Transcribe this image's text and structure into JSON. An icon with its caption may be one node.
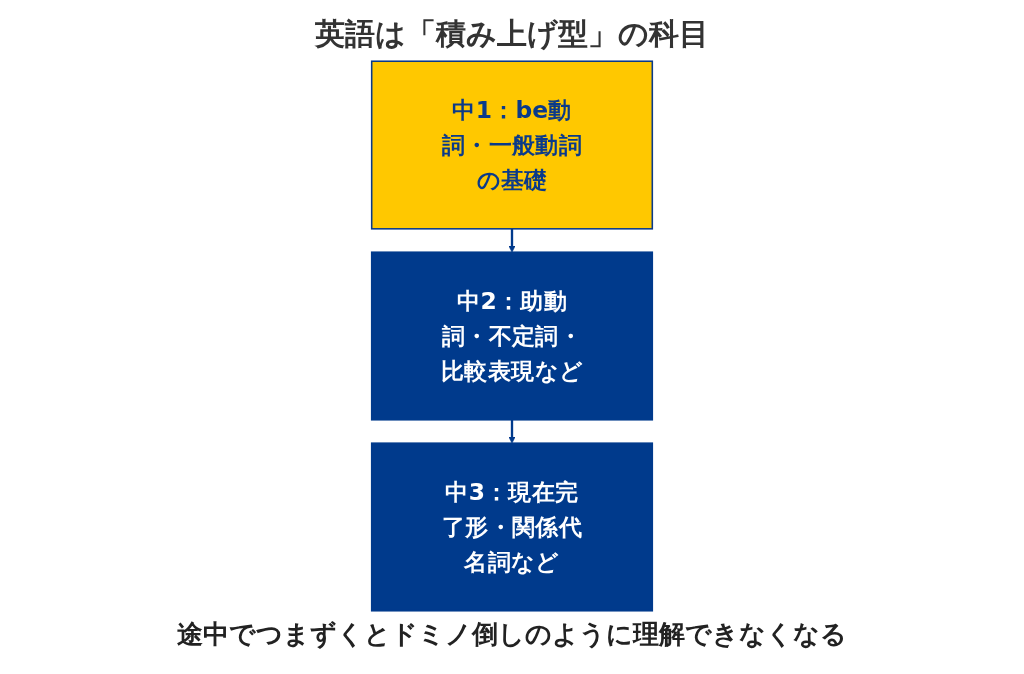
{
  "diagram": {
    "title": "英語は「積み上げ型」の科目",
    "caption": "途中でつまずくとドミノ倒しのように理解できなくなる",
    "nodes": [
      {
        "text": [
          "中1：be動詞・一般動詞の基礎"
        ]
      },
      {
        "text": [
          "中2：助動詞・不定詞・比較表現など"
        ]
      },
      {
        "text": [
          "中3：現在完了形・関係代名詞など"
        ]
      }
    ],
    "edges": [
      {
        "from": 0,
        "to": 1,
        "arrow": "to"
      },
      {
        "from": 1,
        "to": 2,
        "arrow": "to"
      }
    ]
  }
}
